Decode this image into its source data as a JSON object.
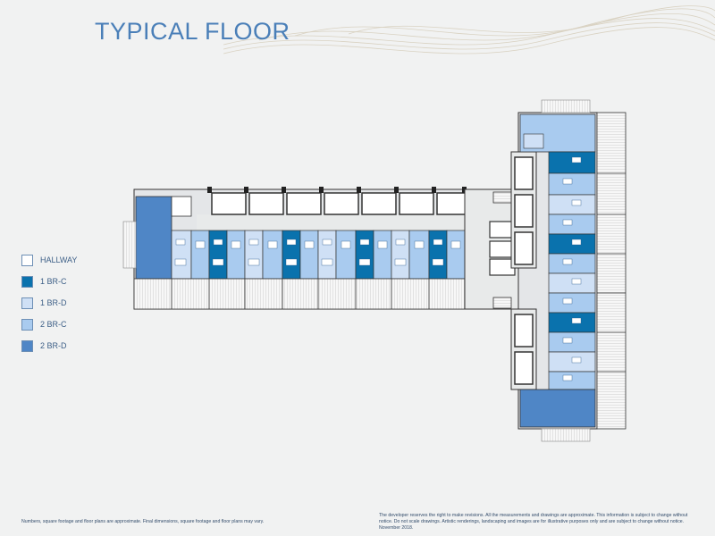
{
  "title": "TYPICAL FLOOR",
  "legend": [
    {
      "label": "HALLWAY",
      "color": "#ffffff"
    },
    {
      "label": "1 BR-C",
      "color": "#0a72ad"
    },
    {
      "label": "1 BR-D",
      "color": "#cfe0f5"
    },
    {
      "label": "2 BR-C",
      "color": "#a9cbef"
    },
    {
      "label": "2 BR-D",
      "color": "#4f86c6"
    }
  ],
  "footer": {
    "left": "Numbers, square footage and floor plans are approximate. Final dimensions, square footage and floor plans may vary.",
    "right": "The developer reserves the right to make revisions. All the measurements and drawings are approximate. This information is subject to change without notice. Do not scale drawings. Artistic renderings, landscaping and images are for illustrative purposes only and are subject to change without notice. November 2018."
  }
}
